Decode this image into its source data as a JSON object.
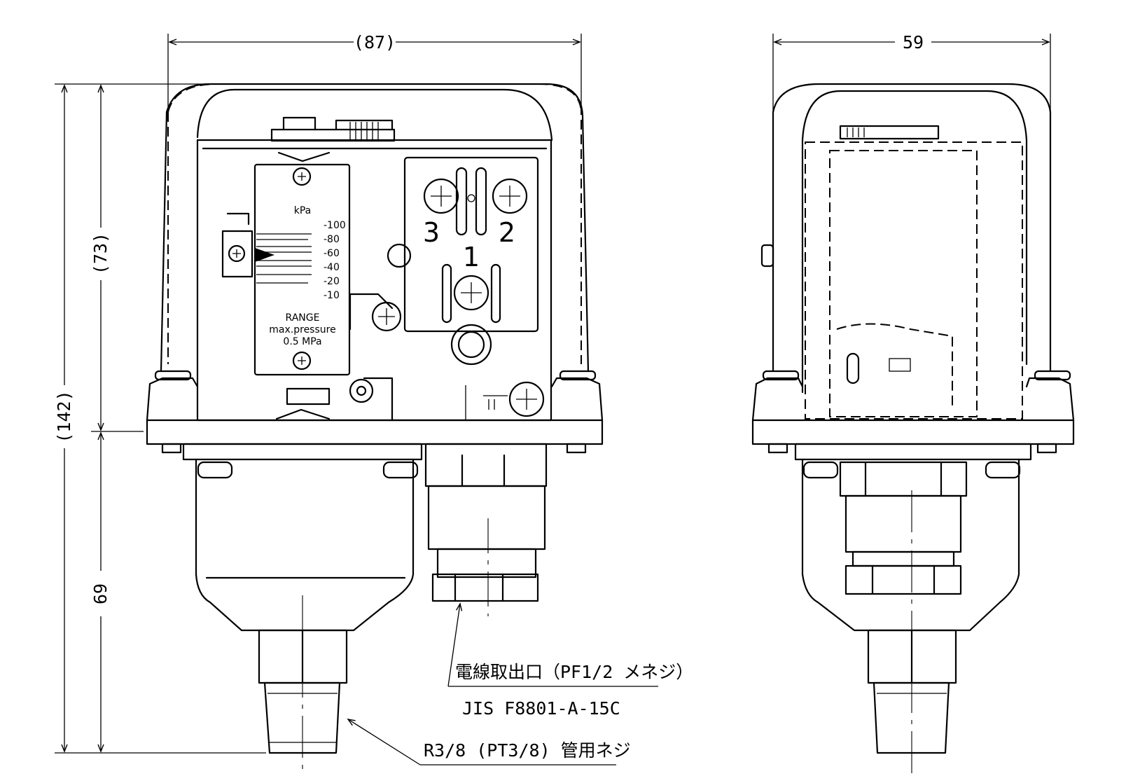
{
  "dimensions": {
    "width_front": "(87)",
    "width_side": "59",
    "total_height": "(142)",
    "upper_height": "(73)",
    "lower_height": "69"
  },
  "dial": {
    "unit": "kPa",
    "scale": [
      "-100",
      "-80",
      "-60",
      "-40",
      "-20",
      "-10"
    ],
    "range_label": "RANGE",
    "max_pressure_label": "max.pressure",
    "max_pressure_value": "0.5 MPa"
  },
  "terminals": [
    "3",
    "2",
    "1"
  ],
  "callouts": {
    "cable_outlet": "電線取出口（PF1/2 メネジ）",
    "cable_standard": "JIS F8801-A-15C",
    "pipe_thread": "R3/8 (PT3/8) 管用ネジ"
  }
}
